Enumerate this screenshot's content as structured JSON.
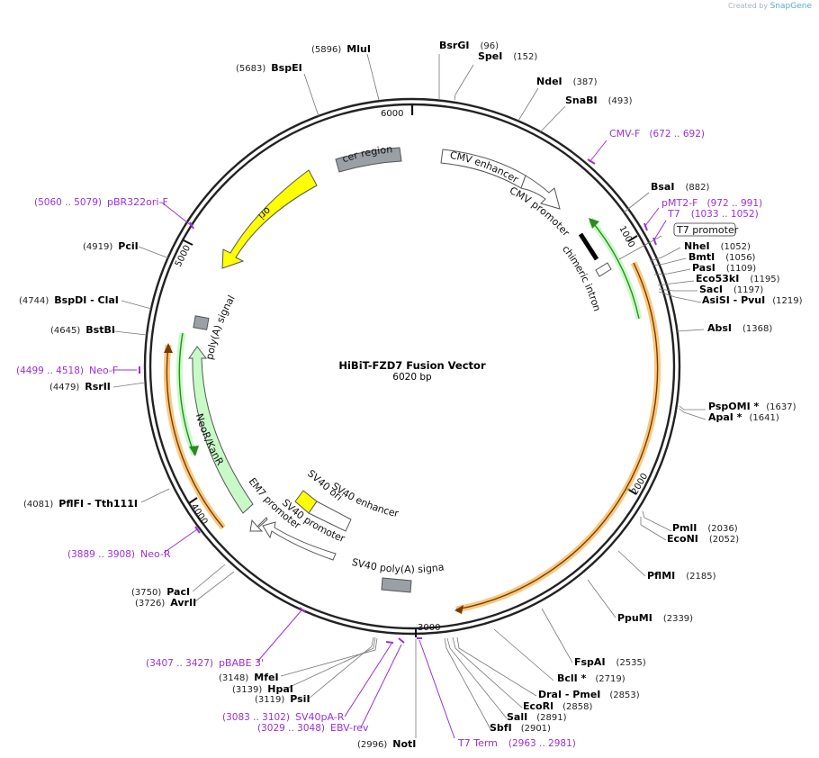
{
  "credit": {
    "prefix": "Created by",
    "brand": "SnapGene"
  },
  "title": "HiBiT-FZD7 Fusion Vector",
  "size": "6020 bp",
  "ticks": [
    {
      "label": "6000"
    },
    {
      "label": "1000"
    },
    {
      "label": "2000"
    },
    {
      "label": "3000"
    },
    {
      "label": "4000"
    },
    {
      "label": "5000"
    }
  ],
  "enzymes": [
    {
      "name": "MluI",
      "pos": "(5896)"
    },
    {
      "name": "BspEI",
      "pos": "(5683)"
    },
    {
      "name": "BsrGI",
      "pos": "(96)"
    },
    {
      "name": "SpeI",
      "pos": "(152)"
    },
    {
      "name": "NdeI",
      "pos": "(387)"
    },
    {
      "name": "SnaBI",
      "pos": "(493)"
    },
    {
      "name": "BsaI",
      "pos": "(882)"
    },
    {
      "name": "NheI",
      "pos": "(1052)"
    },
    {
      "name": "BmtI",
      "pos": "(1056)"
    },
    {
      "name": "PasI",
      "pos": "(1109)"
    },
    {
      "name": "Eco53kI",
      "pos": "(1195)"
    },
    {
      "name": "SacI",
      "pos": "(1197)"
    },
    {
      "name": "AsiSI - PvuI",
      "pos": "(1219)"
    },
    {
      "name": "AbsI",
      "pos": "(1368)"
    },
    {
      "name": "PspOMI *",
      "pos": "(1637)"
    },
    {
      "name": "ApaI *",
      "pos": "(1641)"
    },
    {
      "name": "PmlI",
      "pos": "(2036)"
    },
    {
      "name": "EcoNI",
      "pos": "(2052)"
    },
    {
      "name": "PflMI",
      "pos": "(2185)"
    },
    {
      "name": "PpuMI",
      "pos": "(2339)"
    },
    {
      "name": "FspAI",
      "pos": "(2535)"
    },
    {
      "name": "BclI *",
      "pos": "(2719)"
    },
    {
      "name": "DraI - PmeI",
      "pos": "(2853)"
    },
    {
      "name": "EcoRI",
      "pos": "(2858)"
    },
    {
      "name": "SalI",
      "pos": "(2891)"
    },
    {
      "name": "SbfI",
      "pos": "(2901)"
    },
    {
      "name": "NotI",
      "pos": "(2996)"
    },
    {
      "name": "PsiI",
      "pos": "(3119)"
    },
    {
      "name": "HpaI",
      "pos": "(3139)"
    },
    {
      "name": "MfeI",
      "pos": "(3148)"
    },
    {
      "name": "AvrII",
      "pos": "(3726)"
    },
    {
      "name": "PacI",
      "pos": "(3750)"
    },
    {
      "name": "PflFI - Tth111I",
      "pos": "(4081)"
    },
    {
      "name": "RsrII",
      "pos": "(4479)"
    },
    {
      "name": "BstBI",
      "pos": "(4645)"
    },
    {
      "name": "BspDI - ClaI",
      "pos": "(4744)"
    },
    {
      "name": "PciI",
      "pos": "(4919)"
    }
  ],
  "primers": [
    {
      "name": "CMV-F",
      "range": "(672 .. 692)"
    },
    {
      "name": "pMT2-F",
      "range": "(972 .. 991)"
    },
    {
      "name": "T7",
      "range": "(1033 .. 1052)"
    },
    {
      "name": "pBR322ori-F",
      "range": "(5060 .. 5079)"
    },
    {
      "name": "Neo-F",
      "range": "(4499 .. 4518)"
    },
    {
      "name": "Neo-R",
      "range": "(3889 .. 3908)"
    },
    {
      "name": "pBABE 3'",
      "range": "(3407 .. 3427)"
    },
    {
      "name": "SV40pA-R",
      "range": "(3083 .. 3102)"
    },
    {
      "name": "EBV-rev",
      "range": "(3029 .. 3048)"
    },
    {
      "name": "T7 Term",
      "range": "(2963 .. 2981)"
    }
  ],
  "features": {
    "cer_region": "cer region",
    "cmv_enhancer": "CMV enhancer",
    "cmv_promoter": "CMV promoter",
    "chimeric_intron": "chimeric intron",
    "t7_promoter": "T7 promoter",
    "ori": "ori",
    "polya_signal": "poly(A) signal",
    "neor": "NeoR/KanR",
    "sv40_ori": "SV40 ori",
    "sv40_enhancer": "SV40 enhancer",
    "em7_promoter": "EM7 promoter",
    "sv40_promoter": "SV40 promoter",
    "sv40_polya": "SV40 poly(A) signal"
  },
  "colors": {
    "backbone": "#222222",
    "primer": "#9b30d9",
    "ori": "#ffff00",
    "cer": "#9aa0a6",
    "resistance": "#c8fac8",
    "orf_orange": "#f5b048",
    "orf_line": "#7a3a00",
    "green_line": "#2d8a1e"
  }
}
